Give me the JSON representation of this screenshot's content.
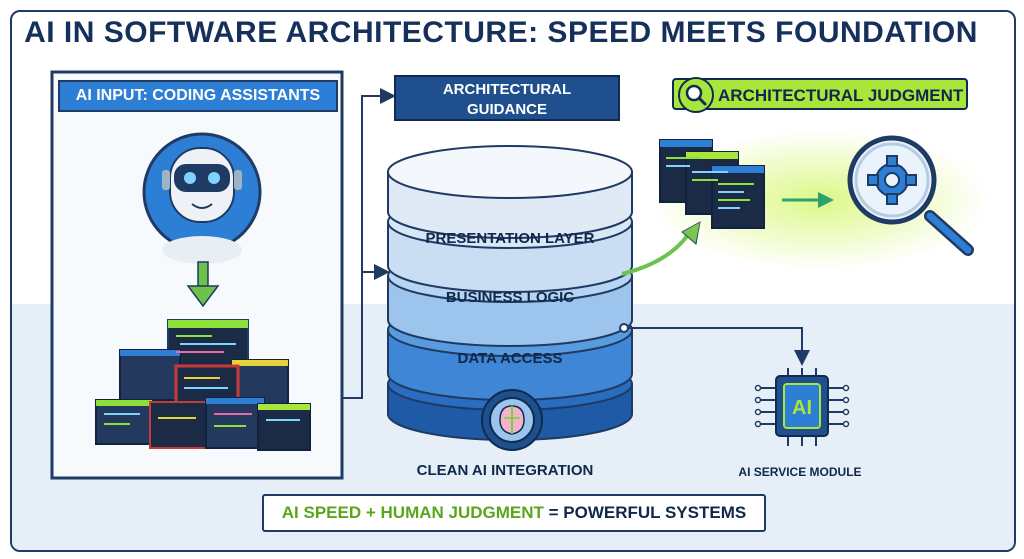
{
  "title": "AI IN SOFTWARE ARCHITECTURE: SPEED MEETS FOUNDATION",
  "input_panel": {
    "label": "AI INPUT: CODING ASSISTANTS"
  },
  "guidance": {
    "line1": "ARCHITECTURAL",
    "line2": "GUIDANCE"
  },
  "judgment": {
    "label": "ARCHITECTURAL JUDGMENT"
  },
  "layers": [
    {
      "label": "PRESENTATION LAYER"
    },
    {
      "label": "BUSINESS LOGIC"
    },
    {
      "label": "DATA ACCESS"
    }
  ],
  "integration": {
    "label": "CLEAN AI INTEGRATION"
  },
  "ai_module": {
    "chip_text": "AI",
    "label": "AI SERVICE MODULE"
  },
  "tagline": {
    "part1": "AI SPEED",
    "plus": " + ",
    "part2": "HUMAN JUDGMENT",
    "equals": " = ",
    "part3": "POWERFUL SYSTEMS"
  },
  "colors": {
    "navy": "#1f3b63",
    "accent_green": "#a8e63b",
    "accent_blue": "#2d7fd6",
    "band": "#e6eff8"
  },
  "icons": [
    "robot-icon",
    "code-files-icon",
    "magnifier-gear-icon",
    "brain-gear-icon",
    "ai-chip-icon",
    "search-icon"
  ]
}
